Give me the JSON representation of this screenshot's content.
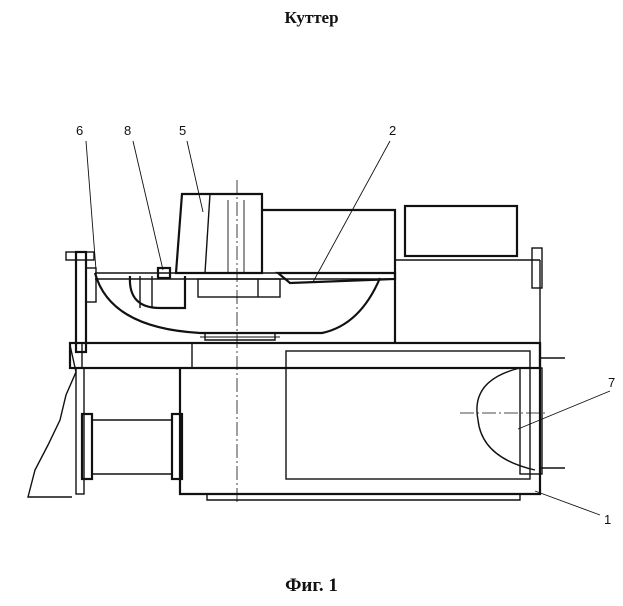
{
  "title": "Куттер",
  "caption": "Фиг. 1",
  "labels": {
    "l1": "1",
    "l2": "2",
    "l5": "5",
    "l6": "6",
    "l7": "7",
    "l8": "8"
  }
}
